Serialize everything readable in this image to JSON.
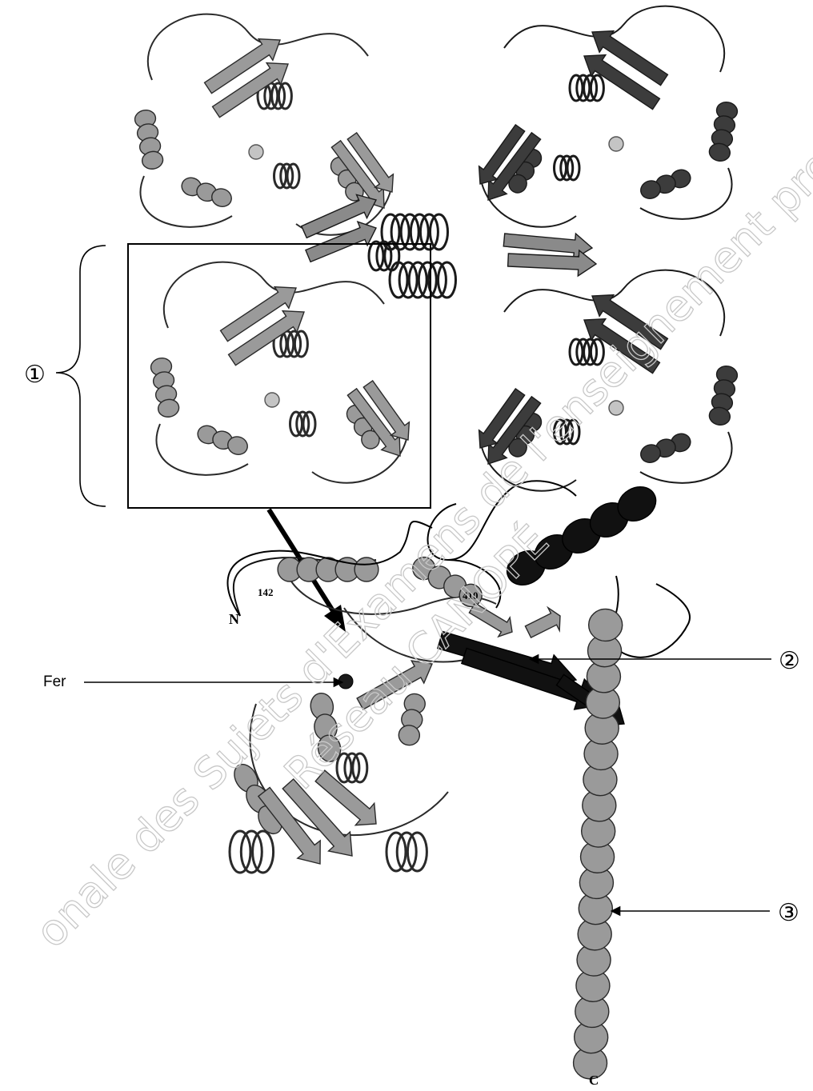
{
  "labels": {
    "domain_marker_1": "①",
    "domain_marker_2": "②",
    "domain_marker_3": "③",
    "iron": "Fer",
    "n_terminus": "N",
    "c_terminus": "C",
    "residue_142": "142",
    "residue_410": "410"
  },
  "watermark": {
    "line1": "onale des Sujets d'Examens de l'enseignement profe",
    "line2": "Réseau CANOPÉ"
  },
  "colors": {
    "chain_light": "#9a9a9a",
    "chain_dark": "#3c3c3c",
    "domain_dark": "#111111",
    "outline": "#2a2a2a",
    "iron_light": "#c4c4c4"
  }
}
